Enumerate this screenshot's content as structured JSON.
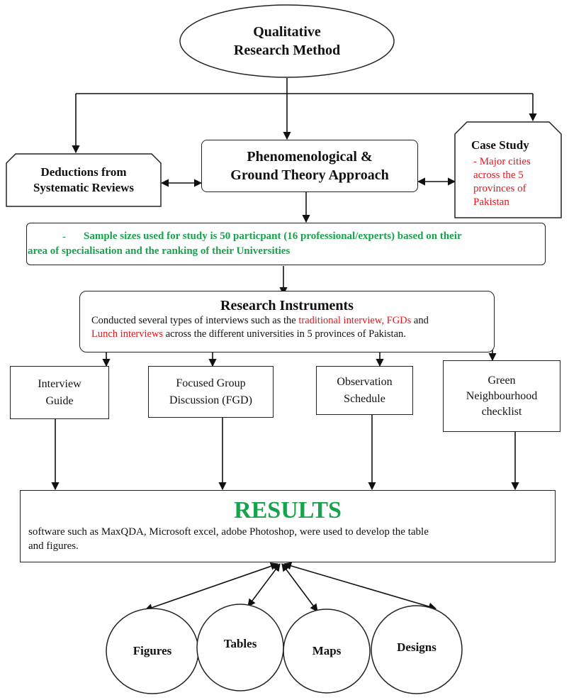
{
  "title_node": {
    "line1": "Qualitative",
    "line2": "Research Method"
  },
  "deductions": {
    "line1": "Deductions from",
    "line2": "Systematic Reviews"
  },
  "phenomenology": {
    "line1": "Phenomenological &",
    "line2": "Ground Theory Approach"
  },
  "case_study": {
    "title": "Case Study",
    "lines": [
      "- Major cities",
      "across the 5",
      "provinces of",
      "Pakistan"
    ]
  },
  "sample": {
    "dash": "-",
    "line1": "Sample sizes used for study is 50 particpant (16 professional/experts) based on their",
    "line2": "area of specialisation and the ranking of their Universities"
  },
  "instruments": {
    "title": "Research Instruments",
    "line1_a": "Conducted several types of interviews such as the ",
    "line1_red": "traditional interview, FGDs",
    "line1_b": " and",
    "line2_red": "Lunch interviews",
    "line2_b": " across the different universities in 5 provinces of Pakistan."
  },
  "tools": [
    {
      "line1": "Interview",
      "line2": "Guide"
    },
    {
      "line1": "Focused Group",
      "line2": "Discussion (FGD)"
    },
    {
      "line1": "Observation",
      "line2": "Schedule"
    },
    {
      "line1": "Green",
      "line2": "Neighbourhood",
      "line3": "checklist"
    }
  ],
  "results": {
    "title": "RESULTS",
    "line1": "software such as MaxQDA, Microsoft excel, adobe Photoshop, were used to develop the table",
    "line2": "and figures."
  },
  "outputs": [
    "Figures",
    "Tables",
    "Maps",
    "Designs"
  ],
  "colors": {
    "red": "#e8151c",
    "green": "#18a24b",
    "stroke": "#222222"
  }
}
